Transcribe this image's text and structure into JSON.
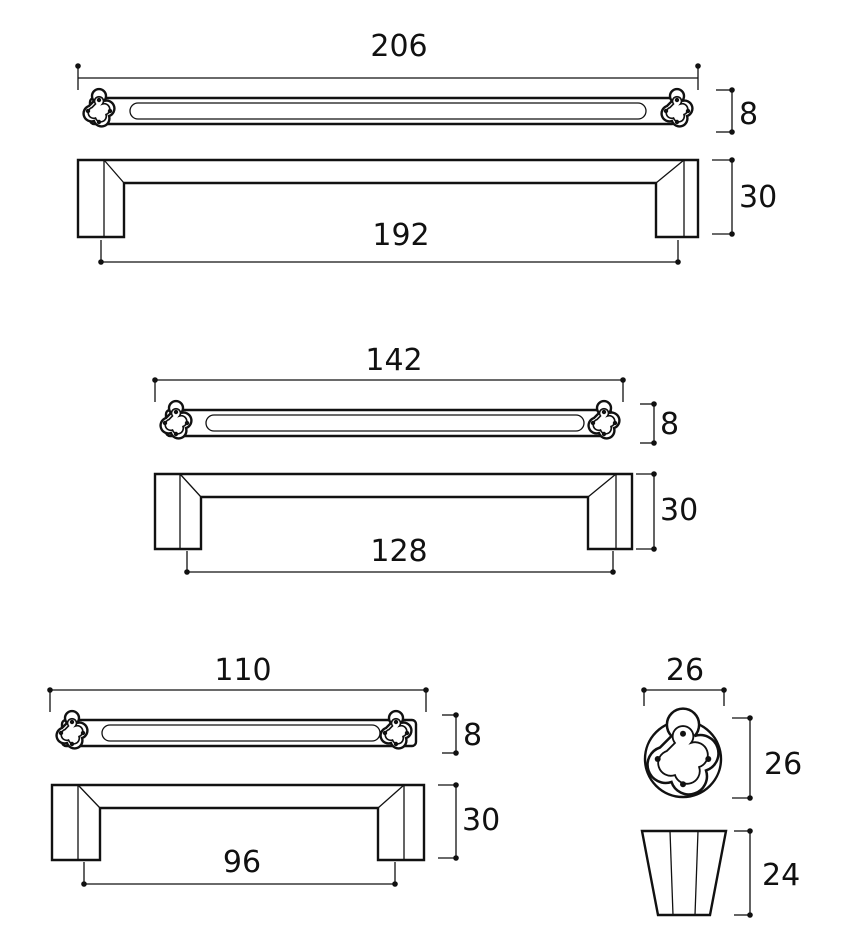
{
  "colors": {
    "line": "#111111",
    "background": "#ffffff"
  },
  "handles": [
    {
      "overall_length": "206",
      "bar_width": "8",
      "height": "30",
      "hole_spacing": "192"
    },
    {
      "overall_length": "142",
      "bar_width": "8",
      "height": "30",
      "hole_spacing": "128"
    },
    {
      "overall_length": "110",
      "bar_width": "8",
      "height": "30",
      "hole_spacing": "96"
    }
  ],
  "knob": {
    "diameter": "26",
    "diameter_vertical": "26",
    "height": "24"
  }
}
